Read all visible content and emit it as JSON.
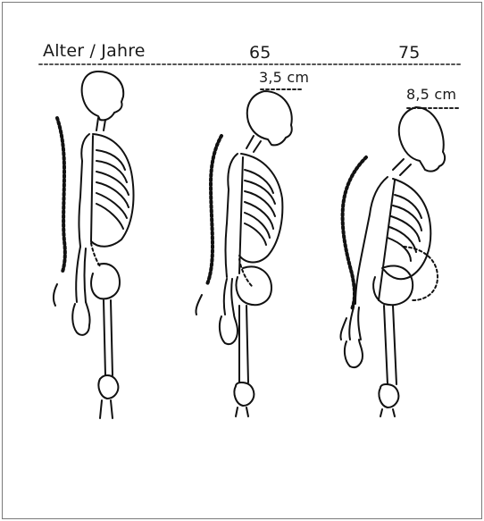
{
  "diagram": {
    "title": "Alter / Jahre",
    "ages": [
      {
        "id": "age-65",
        "label": "65"
      },
      {
        "id": "age-75",
        "label": "75"
      }
    ],
    "measurements": [
      {
        "id": "height-loss-65",
        "label": "3,5 cm"
      },
      {
        "id": "height-loss-75",
        "label": "8,5 cm"
      }
    ],
    "colors": {
      "line": "#111111",
      "guide": "#555555",
      "border": "#7a7a7a"
    }
  }
}
